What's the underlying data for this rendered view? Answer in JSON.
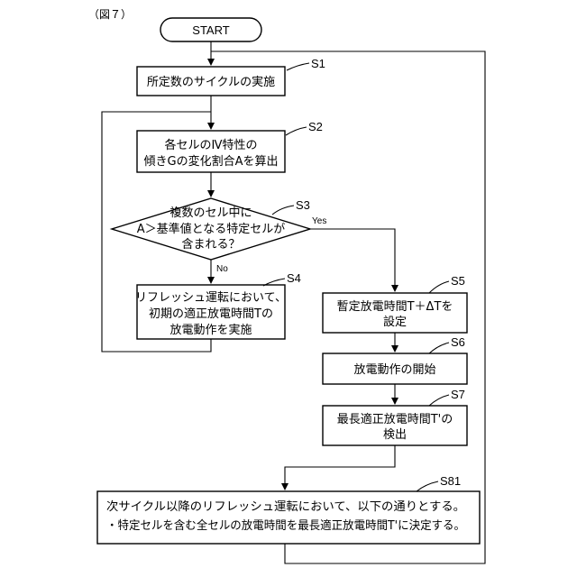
{
  "figure_label": "（図７）",
  "start": "START",
  "s1": {
    "id": "S1",
    "lines": [
      "所定数のサイクルの実施"
    ]
  },
  "s2": {
    "id": "S2",
    "lines": [
      "各セルのⅣ特性の",
      "傾きGの変化割合Aを算出"
    ]
  },
  "s3": {
    "id": "S3",
    "lines": [
      "複数のセル中に",
      "A＞基準値となる特定セルが",
      "含まれる？"
    ],
    "yes": "Yes",
    "no": "No"
  },
  "s4": {
    "id": "S4",
    "lines": [
      "リフレッシュ運転において、",
      "初期の適正放電時間Tの",
      "放電動作を実施"
    ]
  },
  "s5": {
    "id": "S5",
    "lines": [
      "暫定放電時間T＋ΔTを",
      "設定"
    ]
  },
  "s6": {
    "id": "S6",
    "lines": [
      "放電動作の開始"
    ]
  },
  "s7": {
    "id": "S7",
    "lines": [
      "最長適正放電時間T'の",
      "検出"
    ]
  },
  "s81": {
    "id": "S81",
    "lines": [
      "次サイクル以降のリフレッシュ運転において、以下の通りとする。",
      "・特定セルを含む全セルの放電時間を最長適正放電時間T'に決定する。"
    ]
  }
}
